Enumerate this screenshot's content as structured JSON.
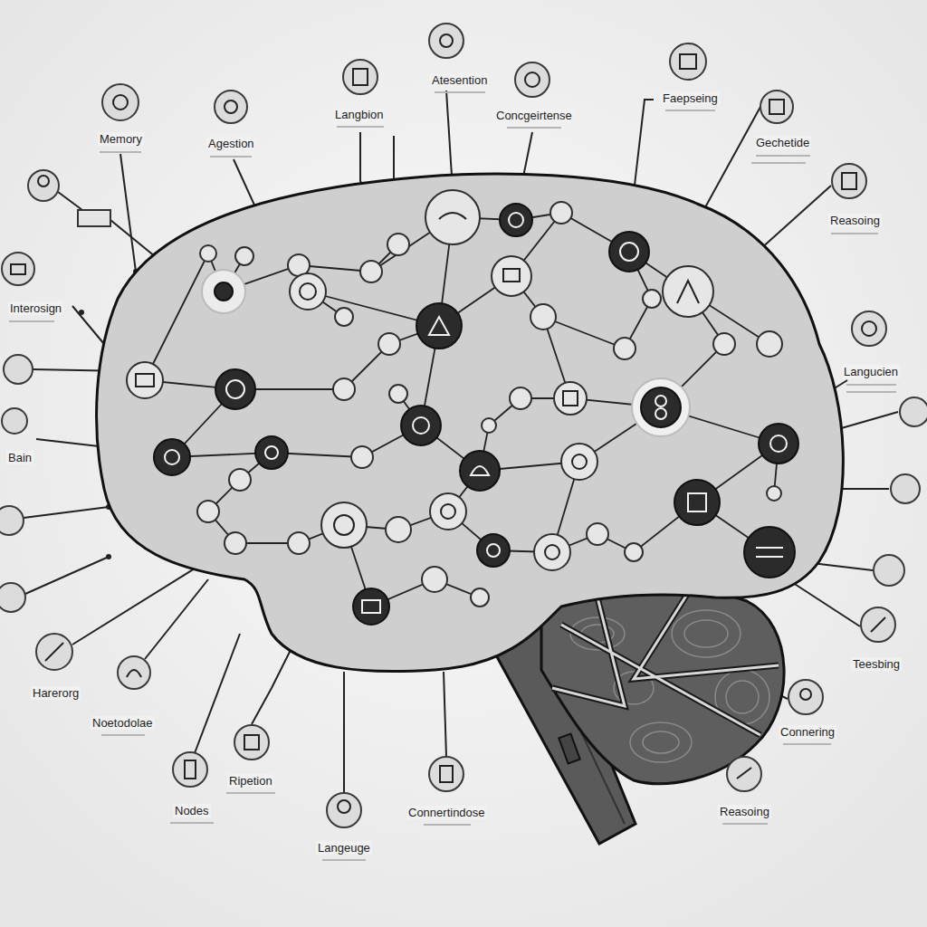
{
  "diagram": {
    "labels": [
      "Atesention",
      "Faepseing",
      "Langbion",
      "Concgeirtense",
      "Memory",
      "Gechetide",
      "Agestion",
      "Reasoing",
      "Interosign",
      "Langucien",
      "Bain",
      "Teesbing",
      "Harerorg",
      "Noetodolae",
      "Connering",
      "Ripetion",
      "Connertindose",
      "Nodes",
      "Reasoing",
      "Langeuge"
    ]
  }
}
